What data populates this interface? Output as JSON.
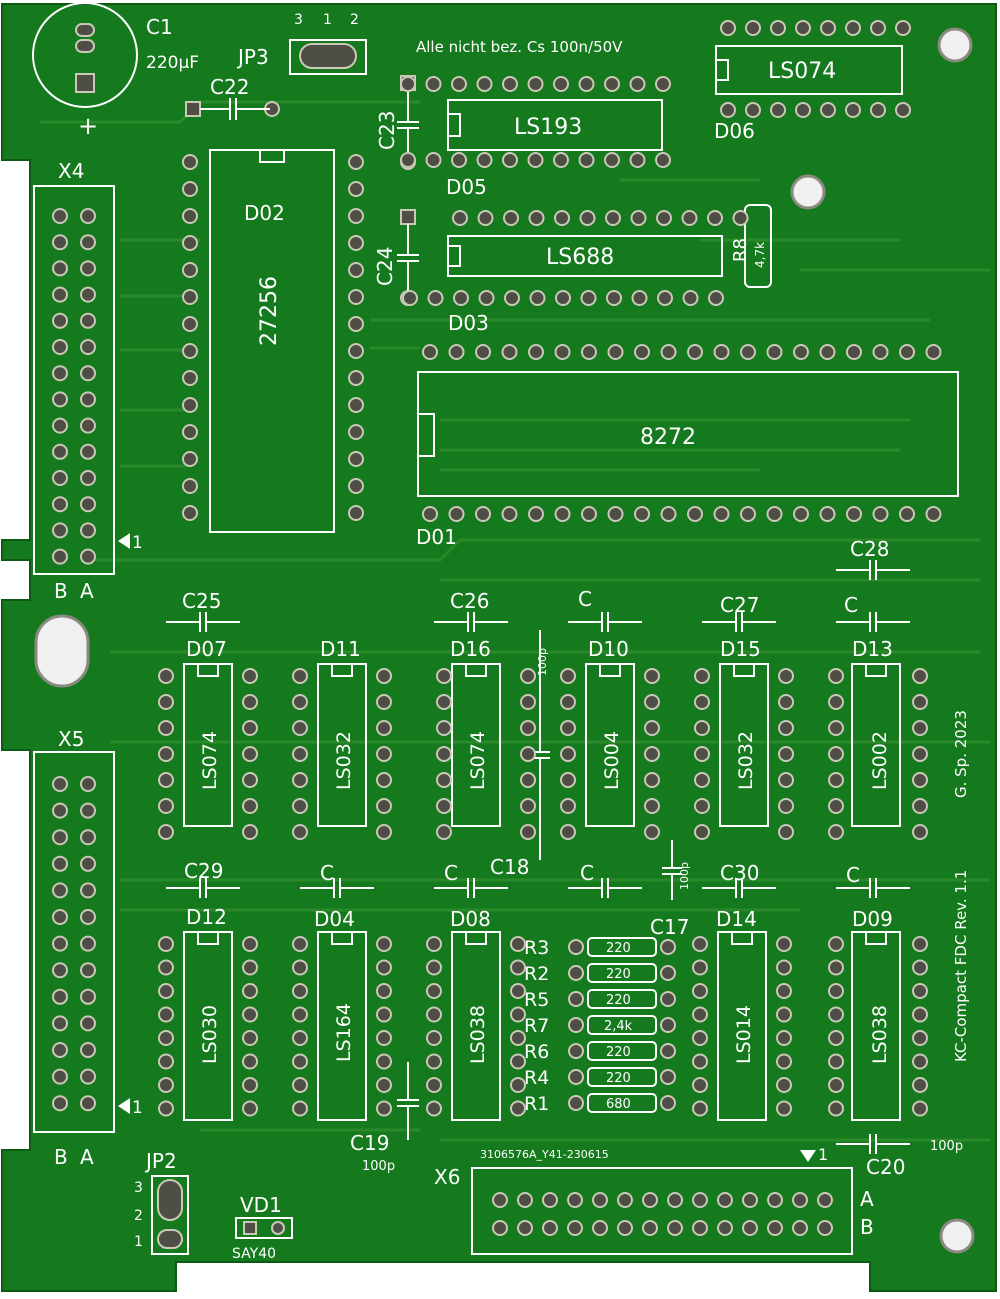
{
  "board": {
    "colors": {
      "substrate": "#157a1d",
      "copper_trace": "#2a8a2a",
      "silkscreen": "#ffffff",
      "pad": "#4e4e46",
      "edge": "#ffffff"
    },
    "notes": {
      "top_note": "Alle nicht bez. Cs 100n/50V",
      "side_title": "KC-Compact FDC Rev. 1.1",
      "side_author": "G. Sp. 2023",
      "serial": "3106576A_Y41-230615"
    },
    "chips": {
      "D02": {
        "ref": "D02",
        "type": "27256"
      },
      "D05": {
        "ref": "D05",
        "type": "LS193"
      },
      "D03": {
        "ref": "D03",
        "type": "LS688"
      },
      "D06": {
        "ref": "D06",
        "type": "LS074"
      },
      "D01": {
        "ref": "D01",
        "type": "8272"
      },
      "D07": {
        "ref": "D07",
        "type": "LS074"
      },
      "D11": {
        "ref": "D11",
        "type": "LS032"
      },
      "D16": {
        "ref": "D16",
        "type": "LS074"
      },
      "D10": {
        "ref": "D10",
        "type": "LS004"
      },
      "D15": {
        "ref": "D15",
        "type": "LS032"
      },
      "D13": {
        "ref": "D13",
        "type": "LS002"
      },
      "D12": {
        "ref": "D12",
        "type": "LS030"
      },
      "D04": {
        "ref": "D04",
        "type": "LS164"
      },
      "D08": {
        "ref": "D08",
        "type": "LS038"
      },
      "D14": {
        "ref": "D14",
        "type": "LS014"
      },
      "D09": {
        "ref": "D09",
        "type": "LS038"
      }
    },
    "caps": {
      "C1": "C1",
      "C1_value": "220µF",
      "C1_plus": "+",
      "C22": "C22",
      "C23": "C23",
      "C24": "C24",
      "C25": "C25",
      "C26": "C26",
      "C27": "C27",
      "C28": "C28",
      "C29": "C29",
      "C30": "C30",
      "C17": "C17",
      "C17_value": "100p",
      "C18": "C18",
      "C18_value": "100p",
      "C19": "C19",
      "C19_value": "100p",
      "C20": "C20",
      "C20_value": "100p",
      "C": "C"
    },
    "resistors": [
      {
        "ref": "R3",
        "value": "220"
      },
      {
        "ref": "R2",
        "value": "220"
      },
      {
        "ref": "R5",
        "value": "220"
      },
      {
        "ref": "R7",
        "value": "2,4k"
      },
      {
        "ref": "R6",
        "value": "220"
      },
      {
        "ref": "R4",
        "value": "220"
      },
      {
        "ref": "R1",
        "value": "680"
      }
    ],
    "r8": {
      "ref": "R8",
      "value": "4,7k"
    },
    "connectors": {
      "X4": "X4",
      "X5": "X5",
      "X6": "X6",
      "col_b": "B",
      "col_a": "A",
      "pin1": "1",
      "pin1_x6": "1"
    },
    "jumpers": {
      "JP3": "JP3",
      "JP3_p3": "3",
      "JP3_p1": "1",
      "JP3_p2": "2",
      "JP2": "JP2",
      "JP2_p3": "3",
      "JP2_p2": "2",
      "JP2_p1": "1"
    },
    "diode": {
      "ref": "VD1",
      "type": "SAY40"
    }
  }
}
